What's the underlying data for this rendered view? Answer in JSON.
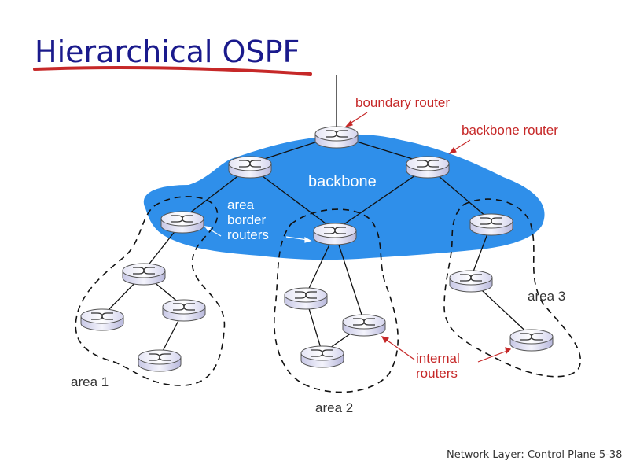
{
  "title": "Hierarchical OSPF",
  "footer": "Network Layer: Control Plane  5-38",
  "colors": {
    "title": "#1a1a8c",
    "underline": "#c62828",
    "backbone_fill": "#2f8fea",
    "annotation": "#c62828",
    "label": "#333333"
  },
  "labels": {
    "boundary_router": "boundary router",
    "backbone_router": "backbone router",
    "backbone": "backbone",
    "area_border_1": "area",
    "area_border_2": "border",
    "area_border_3": "routers",
    "internal_1": "internal",
    "internal_2": "routers",
    "area1": "area 1",
    "area2": "area 2",
    "area3": "area 3"
  }
}
